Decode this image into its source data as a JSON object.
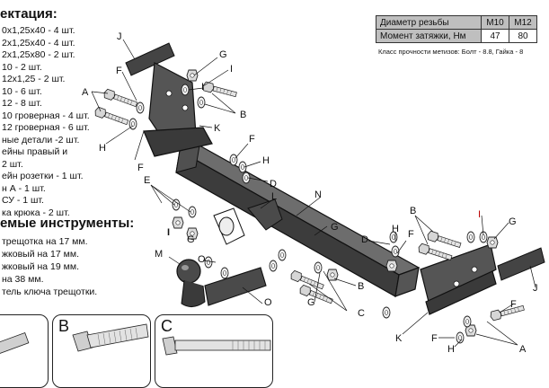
{
  "kit": {
    "title": "ектация:",
    "items": [
      "0х1,25х40 - 4 шт.",
      "2х1,25х40 - 4 шт.",
      "2х1,25х80 - 2 шт.",
      "10 - 2 шт.",
      "12х1,25 - 2 шт.",
      "10 - 6 шт.",
      "12 - 8 шт.",
      "10 гроверная - 4 шт.",
      "12 гроверная - 6 шт.",
      "ные детали -2 шт.",
      "ейны правый и",
      "2 шт.",
      "ейн розетки - 1 шт.",
      "н А - 1 шт.",
      "СУ - 1 шт.",
      "ка крюка - 2 шт."
    ]
  },
  "tools": {
    "title": "емые инструменты:",
    "items": [
      "трещотка на 17 мм.",
      "жковый на 17 мм.",
      "жковый на 19 мм.",
      "на 38 мм.",
      "тель ключа трещотки."
    ]
  },
  "torque_table": {
    "rows": [
      [
        "Диаметр резьбы",
        "М10",
        "М12"
      ],
      [
        "Момент затяжки, Нм",
        "47",
        "80"
      ]
    ],
    "note": "Класс прочности метизов: Болт - 8.8, Гайка - 8"
  },
  "part_labels": [
    "A",
    "B",
    "C",
    "D",
    "E",
    "F",
    "G",
    "H",
    "I",
    "J",
    "K",
    "L",
    "M",
    "N",
    "O"
  ],
  "panels": [
    "B",
    "C"
  ],
  "colors": {
    "steel": "#3c3c3c",
    "steel_light": "#8a8a8a",
    "bolt": "#cfcfcf",
    "header_gray": "#bfbfbf"
  }
}
